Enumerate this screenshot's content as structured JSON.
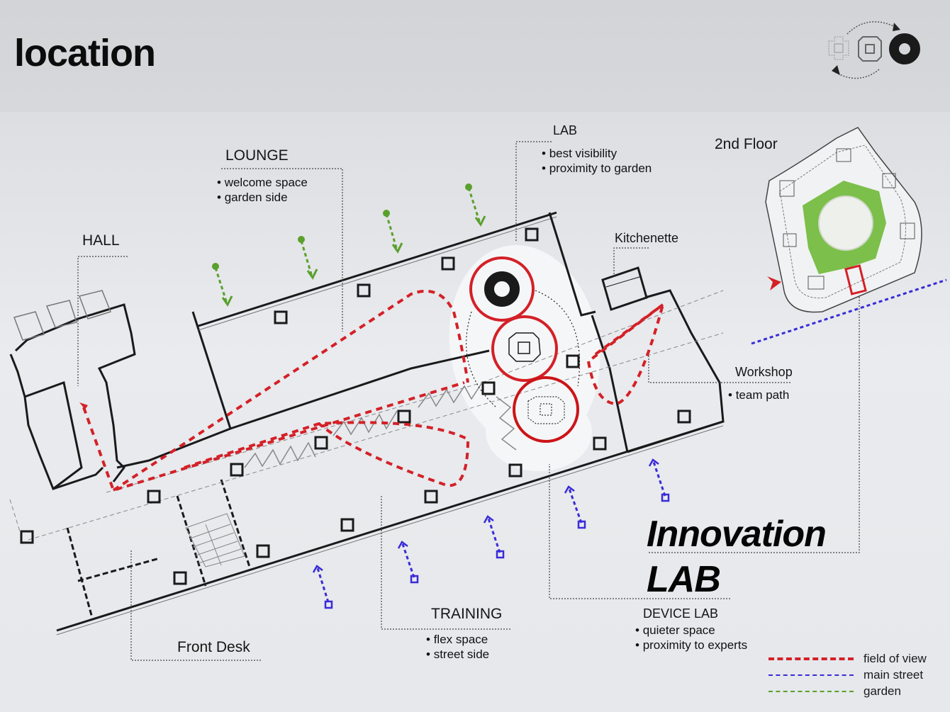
{
  "header": {
    "title": "location",
    "logo_icon": "cycle-logo-icon"
  },
  "zones": {
    "hall": {
      "title": "HALL"
    },
    "lounge": {
      "title": "LOUNGE",
      "bullets": [
        "welcome space",
        "garden side"
      ]
    },
    "lab": {
      "title": "LAB",
      "bullets": [
        "best visibility",
        "proximity to garden"
      ]
    },
    "kitchenette": {
      "title": "Kitchenette"
    },
    "workshop": {
      "title": "Workshop",
      "bullets": [
        "team path"
      ]
    },
    "training": {
      "title": "TRAINING",
      "bullets": [
        "flex space",
        "street side"
      ]
    },
    "device_lab": {
      "title": "DEVICE LAB",
      "bullets": [
        "quieter space",
        "proximity to experts"
      ]
    },
    "front_desk": {
      "title": "Front Desk"
    }
  },
  "floor_inset": {
    "title": "2nd Floor"
  },
  "innovation_lab": {
    "line1": "Innovation",
    "line2": "LAB"
  },
  "legend": {
    "items": [
      {
        "label": "field of view",
        "color": "#d42027",
        "style": "dashed-thick"
      },
      {
        "label": "main street",
        "color": "#3a2bd8",
        "style": "dashed"
      },
      {
        "label": "garden",
        "color": "#5aa02c",
        "style": "dashed"
      }
    ]
  },
  "colors": {
    "field_of_view": "#d42027",
    "main_street": "#3a2bd8",
    "garden": "#5aa02c",
    "walls": "#1a1a1a",
    "header_bg": "#d4d6d9",
    "canvas_bg": "#e6e8eb"
  }
}
